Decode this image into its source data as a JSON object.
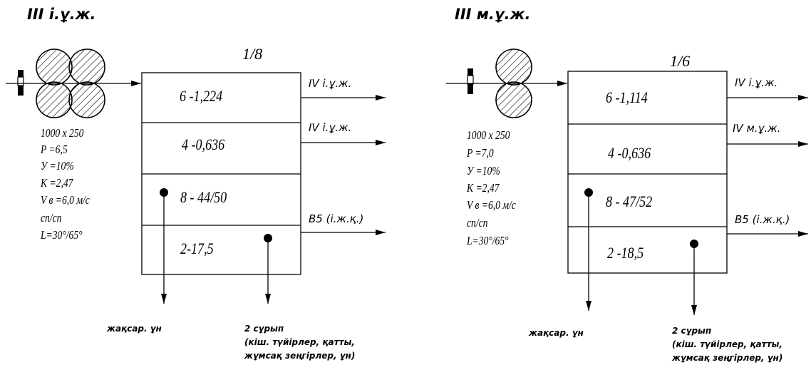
{
  "panels": [
    {
      "title": "III і.ұ.ж.",
      "scheme": "1/8",
      "cells": [
        "6 -1,224",
        "4 -0,636",
        "8 - 44/50",
        "2-17,5"
      ],
      "outlets": [
        "IV і.ұ.ж.",
        "IV і.ұ.ж.",
        "B5 (і.ж.қ.)"
      ],
      "params": [
        "1000 x 250",
        "P =6,5",
        "У =10%",
        "K =2,47",
        "V в =6,0 м/с",
        "сп/сп",
        "L=30°/65°"
      ],
      "product_left": "жақсар. ұн",
      "product_right": [
        "2 сұрып",
        "(кіш. түйірлер, қатты,",
        "жұмсақ зеңгірлер, ұн)"
      ]
    },
    {
      "title": "III м.ұ.ж.",
      "scheme": "1/6",
      "cells": [
        "6 -1,114",
        "4 -0,636",
        "8 - 47/52",
        "2 -18,5"
      ],
      "outlets": [
        "IV і.ұ.ж.",
        "IV м.ұ.ж.",
        "B5 (і.ж.қ.)"
      ],
      "params": [
        "1000 x 250",
        "P =7,0",
        "У =10%",
        "K =2,47",
        "V в =6,0 м/с",
        "сп/сп",
        "L=30°/65°"
      ],
      "product_left": "жақсар. ұн",
      "product_right": [
        "2 сұрып",
        "(кіш. түйірлер, қатты,",
        "жұмсақ зеңгірлер, ұн)"
      ]
    }
  ]
}
